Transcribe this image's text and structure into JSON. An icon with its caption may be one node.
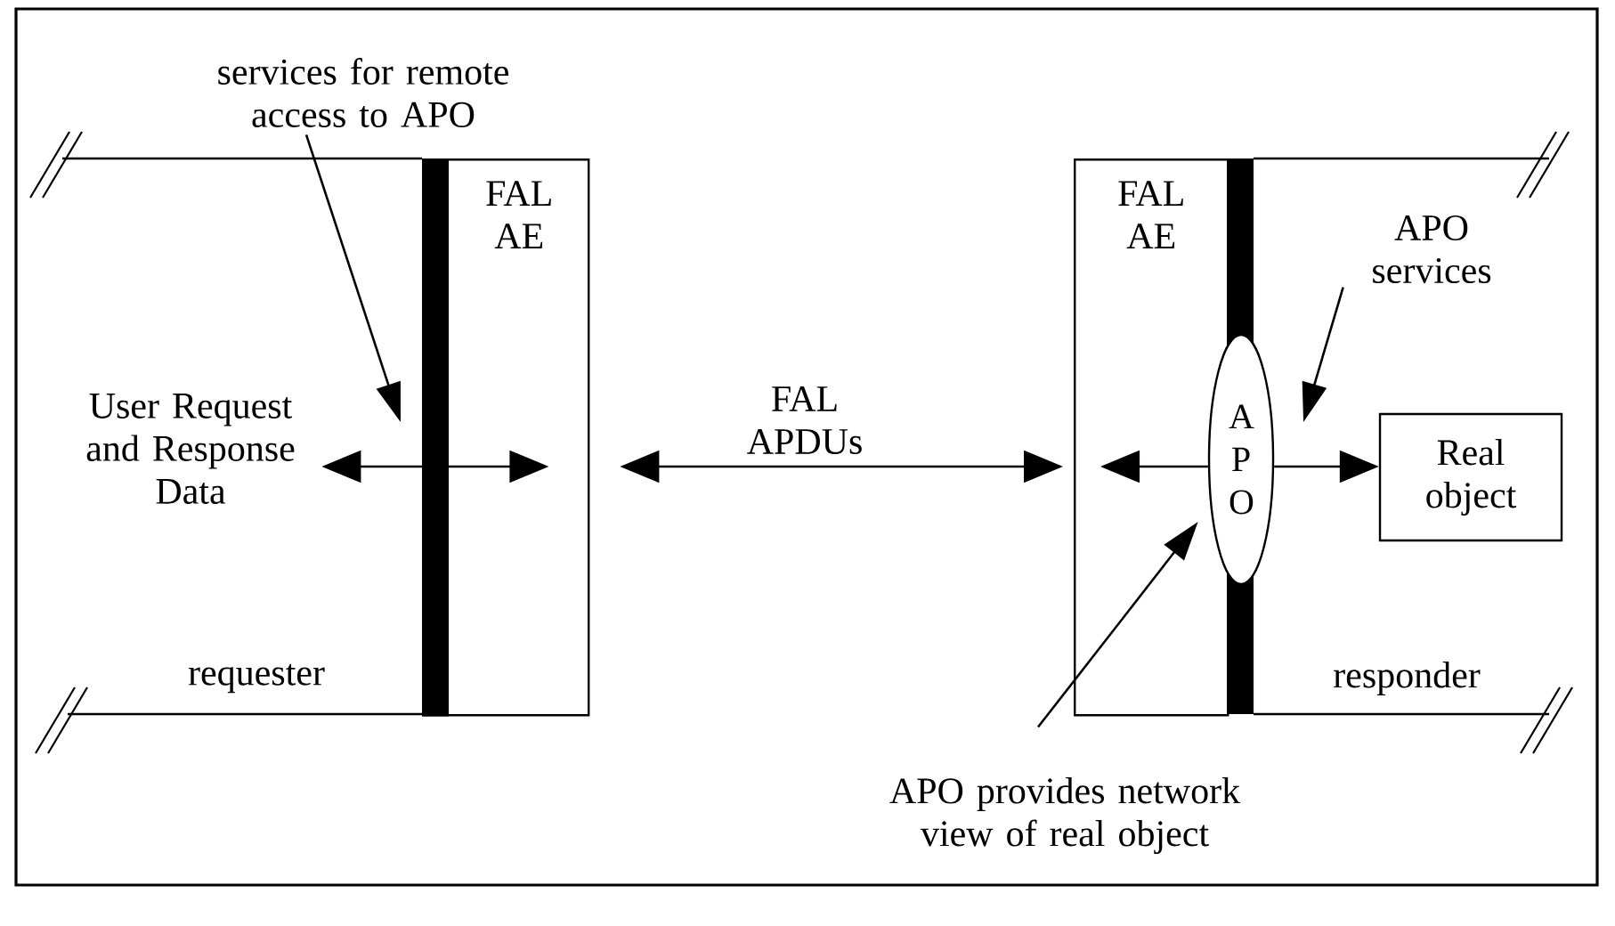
{
  "diagram": {
    "nodes": [
      {
        "text": [
          "FAL AE"
        ]
      },
      {
        "text": [
          "FAL AE"
        ]
      },
      {
        "text": [
          "A P O"
        ]
      },
      {
        "text": [
          "Real object"
        ]
      },
      {
        "text": [
          "services for remote access to APO"
        ]
      },
      {
        "text": [
          "APO services"
        ]
      },
      {
        "text": [
          "APO provides network view of real object"
        ]
      },
      {
        "text": [
          "User Request and Response Data"
        ]
      }
    ],
    "edges": [
      {
        "from": 7,
        "to": 0,
        "arrow": "both"
      },
      {
        "from": 0,
        "to": 1,
        "arrow": "both",
        "label": "FAL APDUs"
      },
      {
        "from": 2,
        "to": 1,
        "arrow": "to"
      },
      {
        "from": 2,
        "to": 3,
        "arrow": "to"
      },
      {
        "from": 4,
        "to": 0,
        "arrow": "to"
      },
      {
        "from": 5,
        "to": null,
        "arrow": "to"
      },
      {
        "from": 6,
        "to": 2,
        "arrow": "to"
      }
    ],
    "labels": [
      "requester",
      "responder"
    ]
  }
}
